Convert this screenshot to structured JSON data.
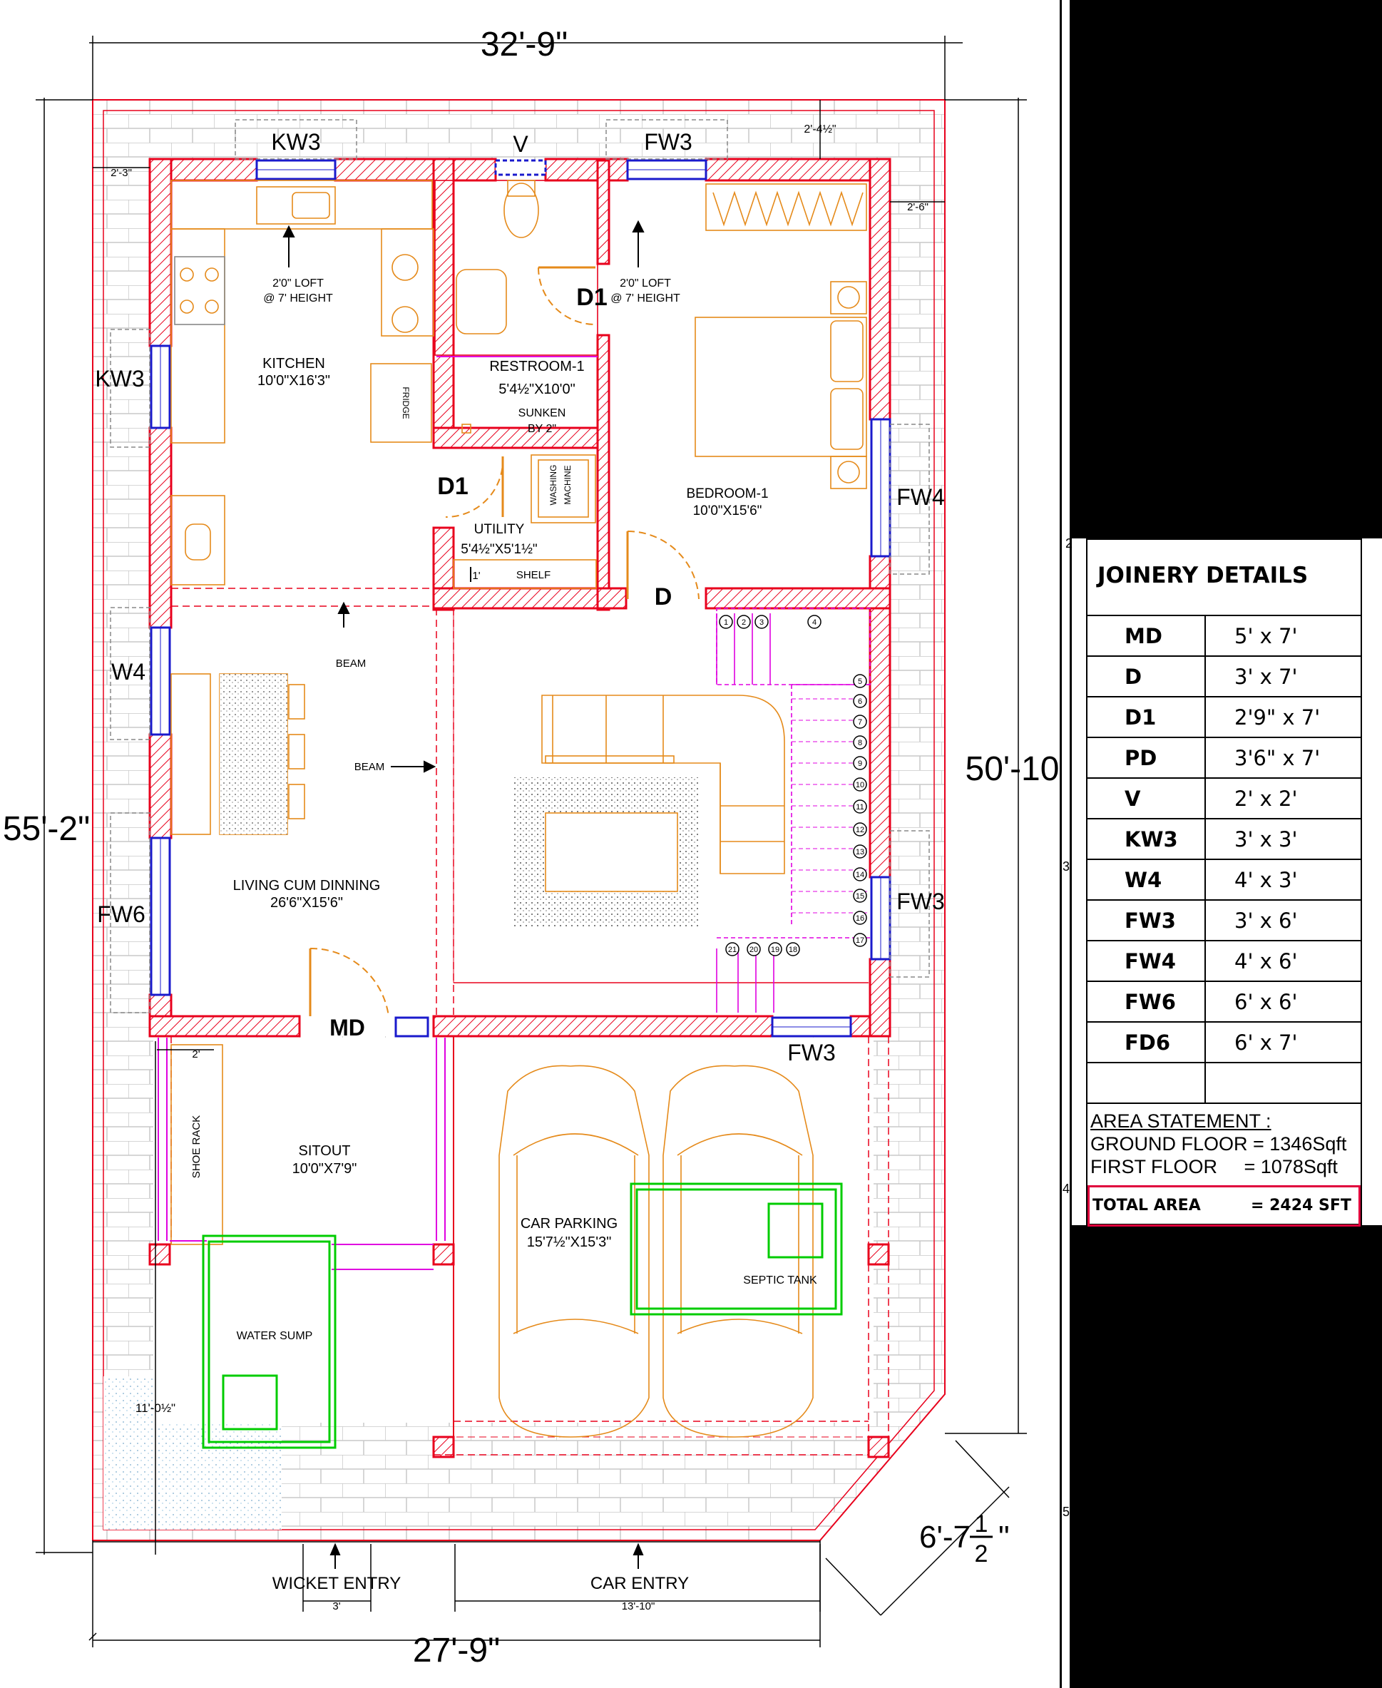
{
  "dims": {
    "top_width": "32'-9\"",
    "bottom_width": "27'-9\"",
    "left_height": "55'-2\"",
    "right_height": "50'-10\"",
    "corner": "6'-7",
    "corner_frac_num": "1",
    "corner_frac_den": "2",
    "top_right_offset": "2'-4½\"",
    "left_offset": "2'-3\"",
    "right_offset": "2'-6\"",
    "bottom_left_sump": "11'-0½\"",
    "sitout_side": "2'",
    "wicket_width": "3'",
    "car_entry_width": "13'-10\""
  },
  "windows": {
    "kw3_top": "KW3",
    "v_top": "V",
    "fw3_top": "FW3",
    "kw3_left": "KW3",
    "w4_left": "W4",
    "fw6_left": "FW6",
    "fw4_right": "FW4",
    "fw3_right": "FW3",
    "fw3_bottom": "FW3"
  },
  "doors": {
    "d1_restroom": "D1",
    "d1_utility": "D1",
    "d_bedroom": "D",
    "md": "MD"
  },
  "rooms": {
    "kitchen_name": "KITCHEN",
    "kitchen_size": "10'0\"X16'3\"",
    "kitchen_loft_1": "2'0\" LOFT",
    "kitchen_loft_2": "@ 7' HEIGHT",
    "fridge": "FRIDGE",
    "restroom_name": "RESTROOM-1",
    "restroom_size": "5'4½\"X10'0\"",
    "sunken_1": "SUNKEN",
    "sunken_2": "BY 2\"",
    "bed_loft_1": "2'0\" LOFT",
    "bed_loft_2": "@ 7' HEIGHT",
    "bedroom_name": "BEDROOM-1",
    "bedroom_size": "10'0\"X15'6\"",
    "washing_1": "WASHING",
    "washing_2": "MACHINE",
    "utility_name": "UTILITY",
    "utility_size": "5'4½\"X5'1½\"",
    "shelf": "SHELF",
    "shelf_dim": "1'",
    "beam_1": "BEAM",
    "beam_2": "BEAM",
    "living_name": "LIVING CUM DINNING",
    "living_size": "26'6\"X15'6\"",
    "sitout_name": "SITOUT",
    "sitout_size": "10'0\"X7'9\"",
    "shoe_rack": "SHOE RACK",
    "parking_name": "CAR PARKING",
    "parking_size": "15'7½\"X15'3\"",
    "septic": "SEPTIC TANK",
    "sump": "WATER SUMP",
    "wicket": "WICKET ENTRY",
    "car_entry": "CAR ENTRY"
  },
  "steps": [
    "1",
    "2",
    "3",
    "4",
    "5",
    "6",
    "7",
    "8",
    "9",
    "10",
    "11",
    "12",
    "13",
    "14",
    "15",
    "16",
    "17",
    "18",
    "19",
    "20",
    "21"
  ],
  "grid_ticks": [
    "2",
    "3",
    "4",
    "5"
  ],
  "joinery": {
    "title": "JOINERY DETAILS",
    "rows": [
      {
        "code": "MD",
        "size": "5' x 7'"
      },
      {
        "code": "D",
        "size": "3' x 7'"
      },
      {
        "code": "D1",
        "size": "2'9\" x 7'"
      },
      {
        "code": "PD",
        "size": "3'6\" x 7'"
      },
      {
        "code": "V",
        "size": "2' x 2'"
      },
      {
        "code": "KW3",
        "size": "3' x 3'"
      },
      {
        "code": "W4",
        "size": "4' x 3'"
      },
      {
        "code": "FW3",
        "size": "3' x 6'"
      },
      {
        "code": "FW4",
        "size": "4' x 6'"
      },
      {
        "code": "FW6",
        "size": "6' x 6'"
      },
      {
        "code": "FD6",
        "size": "6' x 7'"
      },
      {
        "code": "",
        "size": ""
      }
    ]
  },
  "area": {
    "title": "AREA STATEMENT :",
    "ground": "GROUND FLOOR = 1346Sqft",
    "first": "FIRST FLOOR     = 1078Sqft",
    "total_label": "TOTAL AREA",
    "total_value": "= 2424 SFT"
  },
  "colors": {
    "wall": "#e8001c",
    "furniture": "#e58a1a",
    "window": "#1a1acc",
    "stair": "#e000e0",
    "tank": "#00cc00",
    "dim": "#000000"
  }
}
